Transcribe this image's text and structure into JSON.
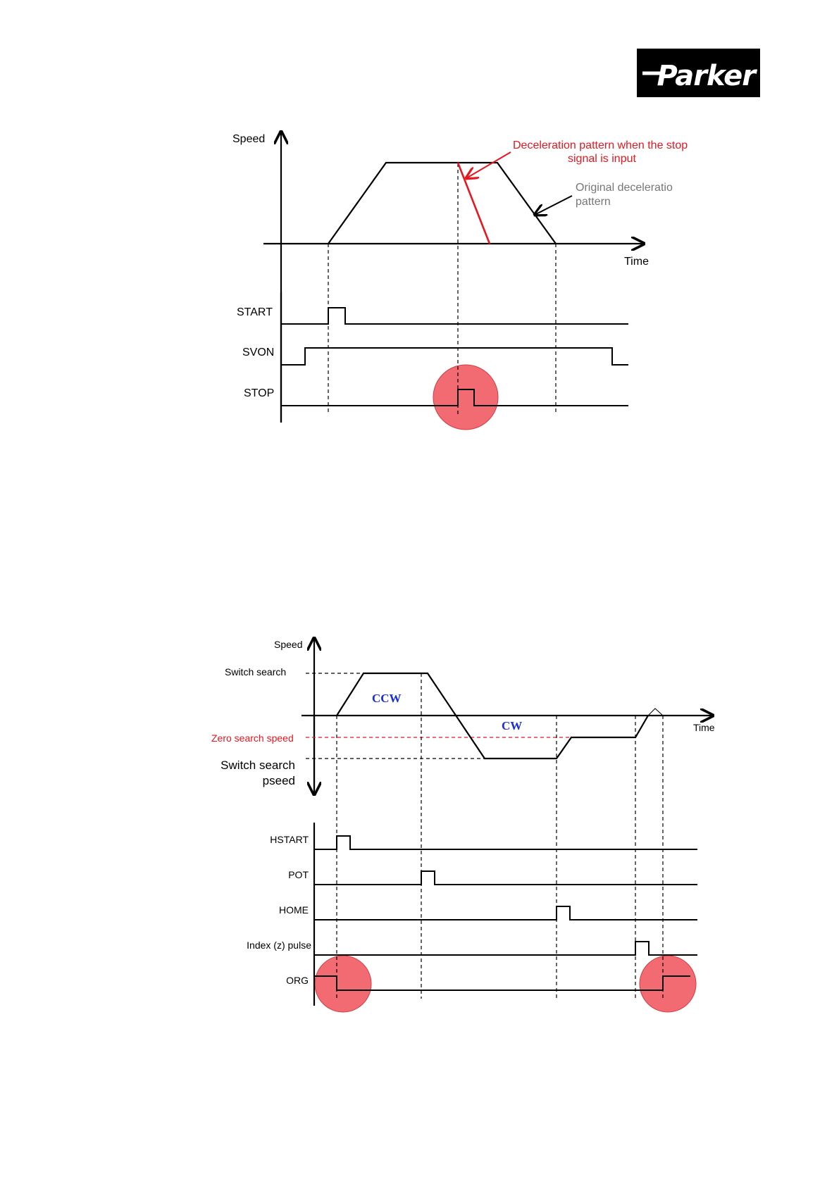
{
  "logo": {
    "text": "Parker",
    "bg": "#000000",
    "fg": "#ffffff"
  },
  "colors": {
    "red": "#e8161f",
    "highlight": "#f36b72",
    "blue": "#1a2fd8",
    "grey": "#777777"
  },
  "diagram1": {
    "y_axis_label": "Speed",
    "x_axis_label": "Time",
    "annotation_stop_line1": "Deceleration pattern when the stop",
    "annotation_stop_line2": "signal is input",
    "annotation_orig_line1": "Original  deceleratio",
    "annotation_orig_line2": "pattern",
    "signals": [
      "START",
      "SVON",
      "STOP"
    ]
  },
  "diagram2": {
    "y_axis_label": "Speed",
    "x_axis_label": "Time",
    "switch_search_upper": "Switch search",
    "zero_search_speed": "Zero search speed",
    "switch_search_lower_line1": "Switch search",
    "switch_search_lower_line2": "pseed",
    "ccw": "CCW",
    "cw": "CW",
    "signals": [
      "HSTART",
      "POT",
      "HOME",
      "Index (z) pulse",
      "ORG"
    ]
  }
}
